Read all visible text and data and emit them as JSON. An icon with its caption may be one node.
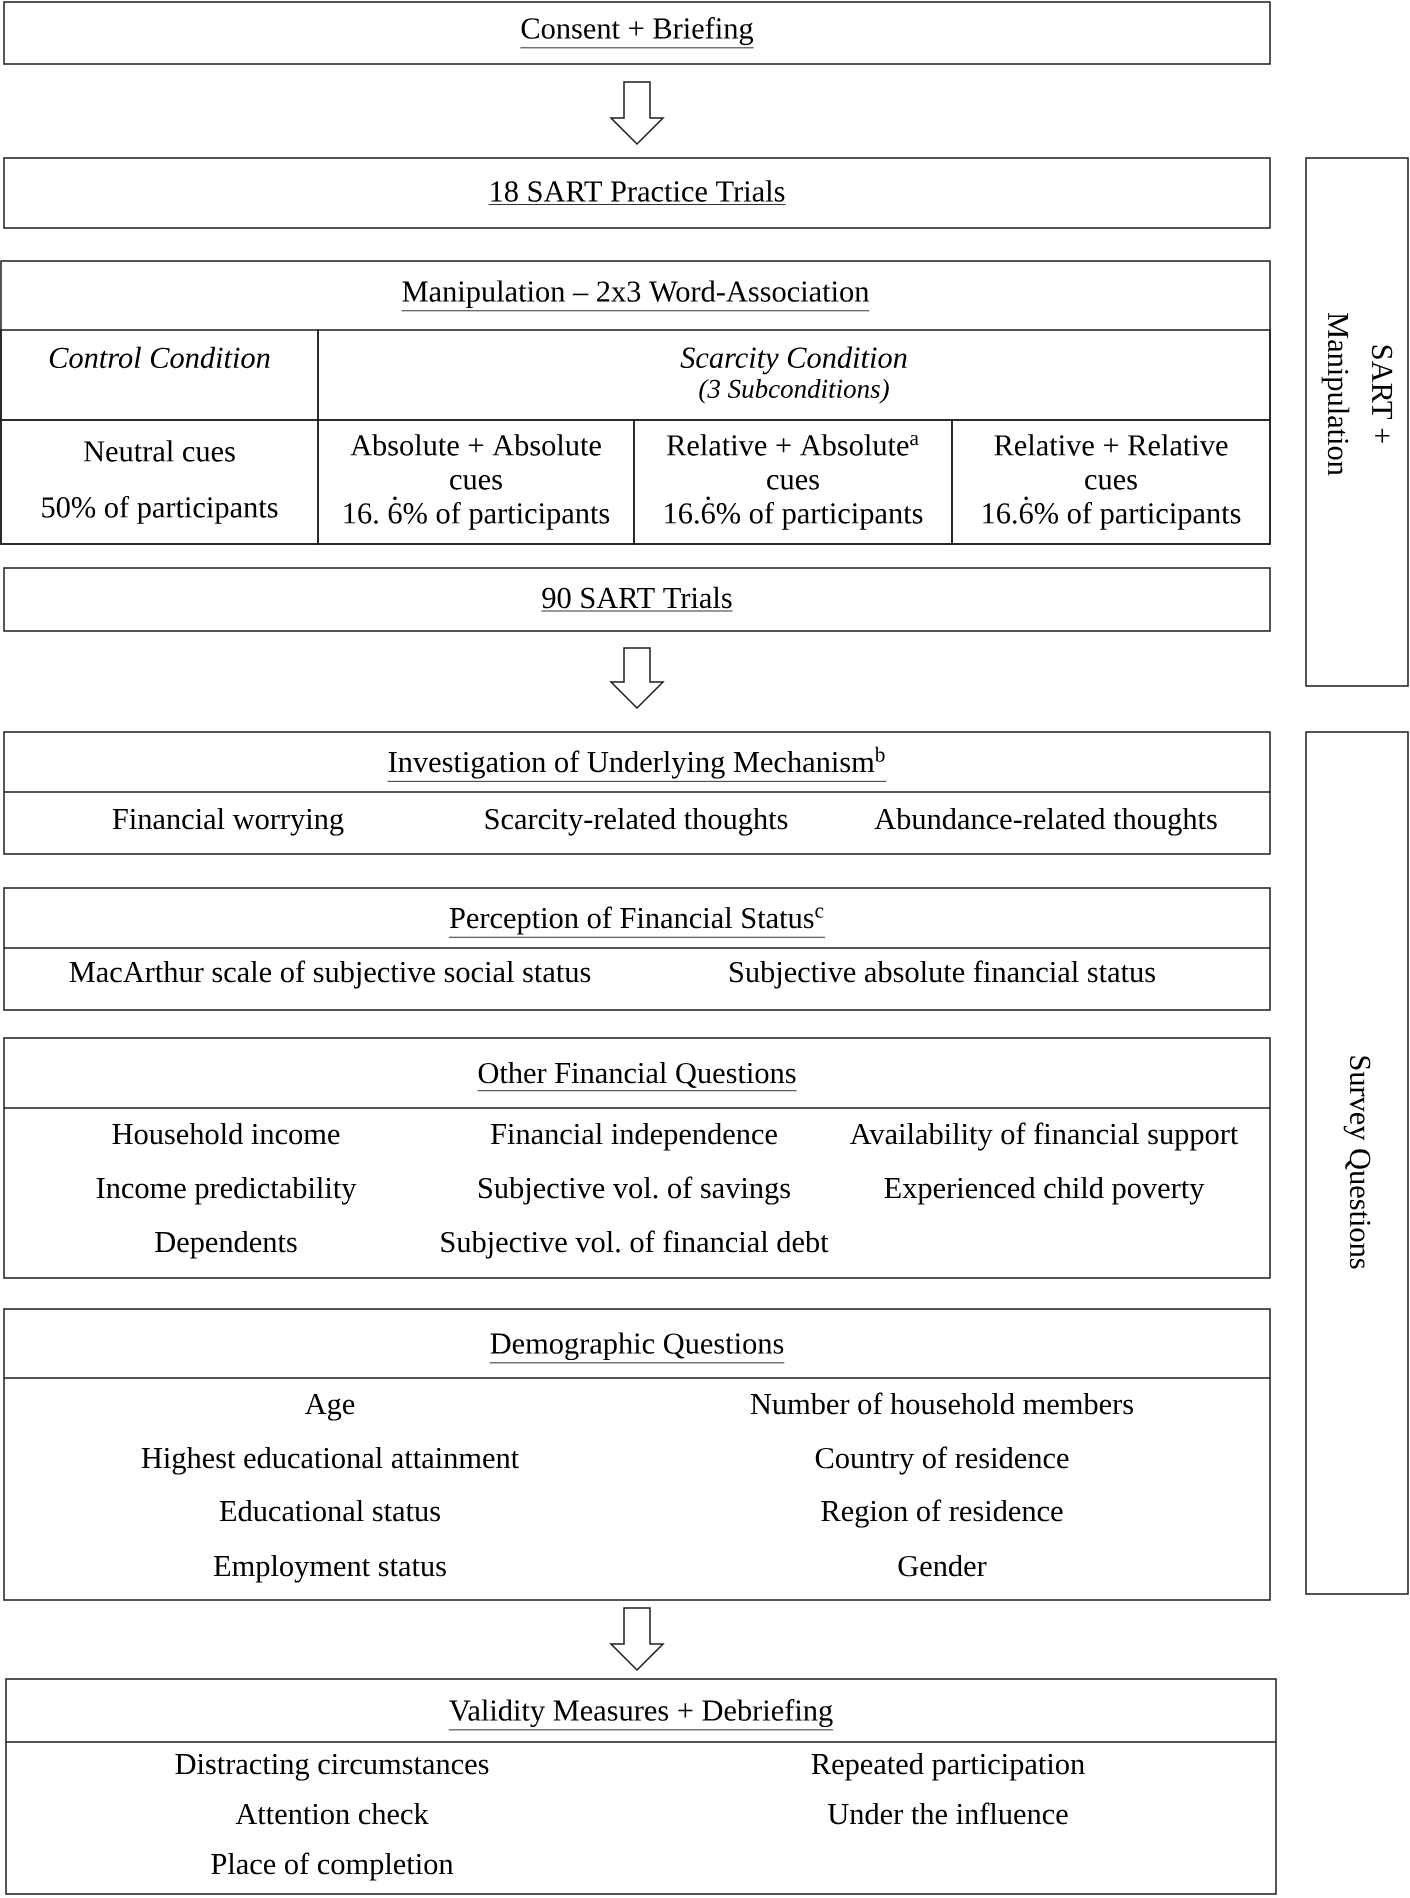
{
  "diagram": {
    "nodes": [
      {
        "text": [
          "Consent + Briefing"
        ]
      },
      {
        "text": [
          "18 SART Practice Trials"
        ]
      },
      {
        "text": [
          "Manipulation – 2x3 Word-Association"
        ]
      },
      {
        "text": [
          "Control Condition"
        ],
        "in": 2
      },
      {
        "text": [
          "Scarcity Condition",
          "(3 Subconditions)"
        ],
        "in": 2
      },
      {
        "text": [
          "Neutral cues",
          "50% of participants"
        ],
        "in": 2
      },
      {
        "text": [
          "Absolute + Absolute cues",
          "16. 6̇% of participants"
        ],
        "in": 2
      },
      {
        "text": [
          "Relative + Absolute$^{a}$ cues",
          "16.6̇% of participants"
        ],
        "in": 2
      },
      {
        "text": [
          "Relative + Relative cues",
          "16.6̇% of participants"
        ],
        "in": 2
      },
      {
        "text": [
          "90 SART Trials"
        ]
      },
      {
        "text": [
          "Investigation of Underlying Mechanism$^{b}$",
          "Financial worrying",
          "Scarcity-related thoughts",
          "Abundance-related thoughts"
        ]
      },
      {
        "text": [
          "Perception of Financial Status$^{c}$",
          "MacArthur scale of subjective social status",
          "Subjective absolute financial status"
        ]
      },
      {
        "text": [
          "Other Financial Questions",
          "Household income",
          "Financial independence",
          "Availability of financial support",
          "Income predictability",
          "Subjective vol. of savings",
          "Experienced child poverty",
          "Dependents",
          "Subjective vol. of financial debt"
        ]
      },
      {
        "text": [
          "Demographic Questions",
          "Age",
          "Number of household members",
          "Highest educational attainment",
          "Country of residence",
          "Educational status",
          "Region of residence",
          "Employment status",
          "Gender"
        ]
      },
      {
        "text": [
          "Validity Measures + Debriefing",
          "Distracting circumstances",
          "Repeated participation",
          "Attention check",
          "Under the influence",
          "Place of completion"
        ]
      },
      {
        "text": [
          "SART + Manipulation"
        ]
      },
      {
        "text": [
          "Survey Questions"
        ]
      }
    ],
    "edges": [
      {
        "from": 0,
        "to": 1,
        "arrow": "to"
      },
      {
        "from": 9,
        "to": 10,
        "arrow": "to"
      },
      {
        "from": 13,
        "to": 14,
        "arrow": "to"
      }
    ]
  }
}
